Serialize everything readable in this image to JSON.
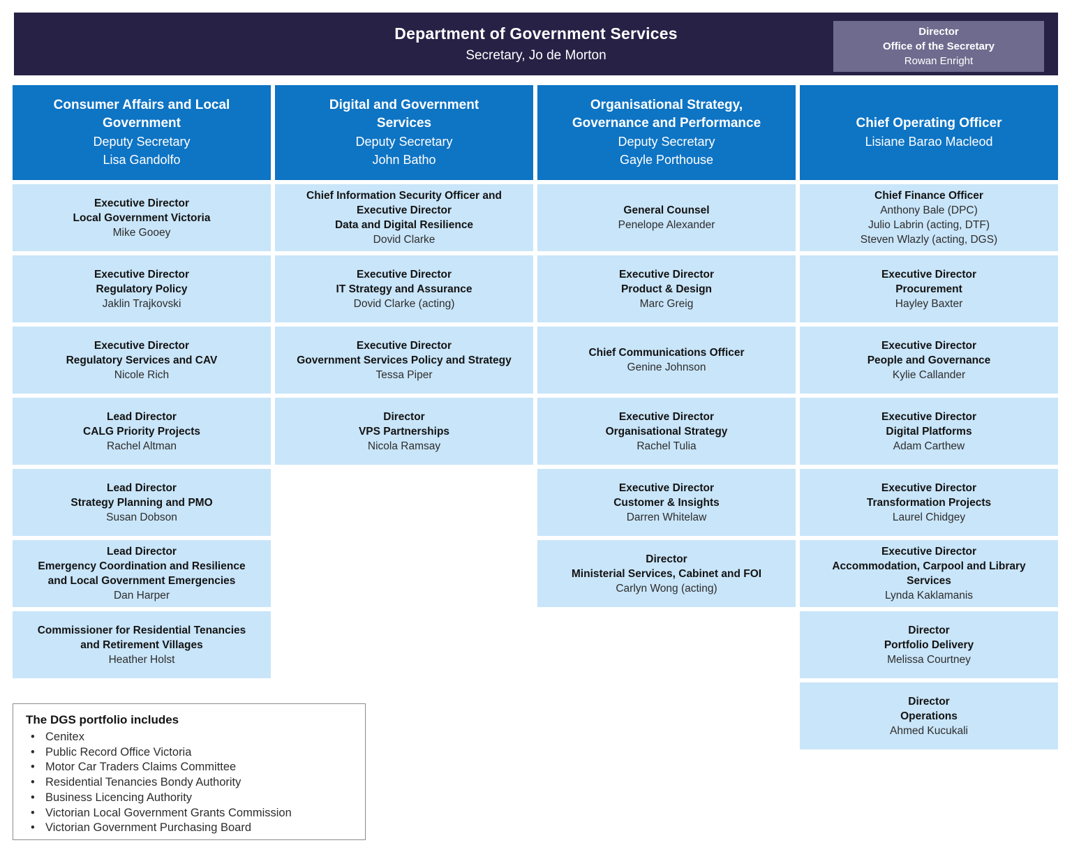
{
  "header": {
    "title": "Department of Government Services",
    "subtitle": "Secretary, Jo de Morton",
    "office_of_secretary": {
      "role": "Director",
      "unit": "Office of the Secretary",
      "name": "Rowan Enright"
    }
  },
  "colors": {
    "navy": "#262145",
    "muted_purple": "#6F6B8E",
    "blue": "#0E74C4",
    "light_blue": "#C9E5F9"
  },
  "columns": [
    {
      "title": "Consumer Affairs and Local\nGovernment",
      "subtitle": "Deputy Secretary\nLisa Gandolfo",
      "boxes": [
        {
          "title": "Executive Director\nLocal Government Victoria",
          "name": "Mike Gooey"
        },
        {
          "title": "Executive Director\nRegulatory Policy",
          "name": "Jaklin Trajkovski"
        },
        {
          "title": "Executive Director\nRegulatory Services and CAV",
          "name": "Nicole Rich"
        },
        {
          "title": "Lead Director\nCALG Priority Projects",
          "name": "Rachel Altman"
        },
        {
          "title": "Lead Director\nStrategy Planning and PMO",
          "name": "Susan Dobson"
        },
        {
          "title": "Lead Director\nEmergency Coordination and Resilience\nand Local Government Emergencies",
          "name": "Dan Harper"
        },
        {
          "title": "Commissioner for Residential Tenancies\nand Retirement Villages",
          "name": "Heather Holst"
        }
      ]
    },
    {
      "title": "Digital and Government\nServices",
      "subtitle": "Deputy Secretary\nJohn Batho",
      "boxes": [
        {
          "title": "Chief Information Security Officer and\nExecutive Director\nData and Digital Resilience",
          "name": "Dovid Clarke"
        },
        {
          "title": "Executive Director\nIT Strategy and Assurance",
          "name": "Dovid Clarke (acting)"
        },
        {
          "title": "Executive Director\nGovernment Services Policy and Strategy",
          "name": "Tessa Piper"
        },
        {
          "title": "Director\nVPS Partnerships",
          "name": "Nicola Ramsay"
        }
      ]
    },
    {
      "title": "Organisational Strategy,\nGovernance and Performance",
      "subtitle": "Deputy Secretary\nGayle Porthouse",
      "boxes": [
        {
          "title": "General Counsel",
          "name": "Penelope Alexander"
        },
        {
          "title": "Executive Director\nProduct & Design",
          "name": "Marc Greig"
        },
        {
          "title": "Chief Communications Officer",
          "name": "Genine Johnson"
        },
        {
          "title": "Executive Director\nOrganisational Strategy",
          "name": "Rachel Tulia"
        },
        {
          "title": "Executive Director\nCustomer & Insights",
          "name": "Darren Whitelaw"
        },
        {
          "title": "Director\nMinisterial Services, Cabinet and FOI",
          "name": "Carlyn Wong (acting)"
        }
      ]
    },
    {
      "title": "Chief Operating Officer",
      "subtitle": "Lisiane Barao Macleod",
      "boxes": [
        {
          "title": "Chief Finance Officer",
          "name": "Anthony Bale (DPC)\nJulio Labrin (acting, DTF)\nSteven Wlazly (acting, DGS)"
        },
        {
          "title": "Executive Director\nProcurement",
          "name": "Hayley Baxter"
        },
        {
          "title": "Executive Director\nPeople and Governance",
          "name": "Kylie Callander"
        },
        {
          "title": "Executive Director\nDigital Platforms",
          "name": "Adam Carthew"
        },
        {
          "title": "Executive Director\nTransformation Projects",
          "name": "Laurel Chidgey"
        },
        {
          "title": "Executive Director\nAccommodation, Carpool and Library\nServices",
          "name": "Lynda Kaklamanis"
        },
        {
          "title": "Director\nPortfolio Delivery",
          "name": "Melissa Courtney"
        },
        {
          "title": "Director\nOperations",
          "name": "Ahmed Kucukali"
        }
      ]
    }
  ],
  "footer": {
    "title": "The DGS portfolio includes",
    "items": [
      "Cenitex",
      "Public Record Office Victoria",
      "Motor Car Traders Claims Committee",
      "Residential Tenancies Bondy Authority",
      "Business Licencing Authority",
      "Victorian Local Government Grants Commission",
      "Victorian Government Purchasing Board"
    ]
  }
}
